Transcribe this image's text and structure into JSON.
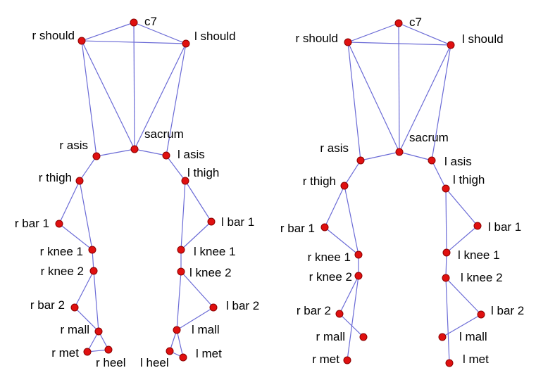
{
  "colors": {
    "background": "#ffffff",
    "edge": "#6b6bd6",
    "node_fill": "#e01010",
    "node_stroke": "#8a0000",
    "label": "#000000"
  },
  "models": [
    {
      "markers": [
        {
          "id": "c7",
          "label": "c7"
        },
        {
          "id": "r_should",
          "label": "r should"
        },
        {
          "id": "l_should",
          "label": "l should"
        },
        {
          "id": "sacrum",
          "label": "sacrum"
        },
        {
          "id": "r_asis",
          "label": "r asis"
        },
        {
          "id": "l_asis",
          "label": "l asis"
        },
        {
          "id": "r_thigh",
          "label": "r thigh"
        },
        {
          "id": "l_thigh",
          "label": "l thigh"
        },
        {
          "id": "r_bar1",
          "label": "r bar 1"
        },
        {
          "id": "l_bar1",
          "label": "l bar 1"
        },
        {
          "id": "r_knee1",
          "label": "r knee 1"
        },
        {
          "id": "l_knee1",
          "label": "l knee 1"
        },
        {
          "id": "r_knee2",
          "label": "r knee 2"
        },
        {
          "id": "l_knee2",
          "label": "l knee 2"
        },
        {
          "id": "r_bar2",
          "label": "r bar 2"
        },
        {
          "id": "l_bar2",
          "label": "l bar 2"
        },
        {
          "id": "r_mall",
          "label": "r mall"
        },
        {
          "id": "l_mall",
          "label": "l mall"
        },
        {
          "id": "r_met",
          "label": "r met"
        },
        {
          "id": "l_met",
          "label": "l met"
        },
        {
          "id": "r_heel",
          "label": "r heel"
        },
        {
          "id": "l_heel",
          "label": "l heel"
        }
      ],
      "edges": [
        [
          "c7",
          "r_should"
        ],
        [
          "c7",
          "l_should"
        ],
        [
          "r_should",
          "l_should"
        ],
        [
          "c7",
          "sacrum"
        ],
        [
          "r_should",
          "sacrum"
        ],
        [
          "l_should",
          "sacrum"
        ],
        [
          "r_should",
          "r_asis"
        ],
        [
          "l_should",
          "l_asis"
        ],
        [
          "r_asis",
          "sacrum"
        ],
        [
          "sacrum",
          "l_asis"
        ],
        [
          "r_asis",
          "r_thigh"
        ],
        [
          "l_asis",
          "l_thigh"
        ],
        [
          "r_thigh",
          "r_bar1"
        ],
        [
          "r_thigh",
          "r_knee1"
        ],
        [
          "r_bar1",
          "r_knee1"
        ],
        [
          "l_thigh",
          "l_bar1"
        ],
        [
          "l_thigh",
          "l_knee1"
        ],
        [
          "l_bar1",
          "l_knee1"
        ],
        [
          "r_knee1",
          "r_knee2"
        ],
        [
          "l_knee1",
          "l_knee2"
        ],
        [
          "r_knee2",
          "r_bar2"
        ],
        [
          "r_knee2",
          "r_mall"
        ],
        [
          "r_bar2",
          "r_mall"
        ],
        [
          "l_knee2",
          "l_bar2"
        ],
        [
          "l_knee2",
          "l_mall"
        ],
        [
          "l_bar2",
          "l_mall"
        ],
        [
          "r_mall",
          "r_met"
        ],
        [
          "r_mall",
          "r_heel"
        ],
        [
          "r_met",
          "r_heel"
        ],
        [
          "l_mall",
          "l_met"
        ],
        [
          "l_mall",
          "l_heel"
        ],
        [
          "l_met",
          "l_heel"
        ]
      ]
    },
    {
      "markers": [
        {
          "id": "c7",
          "label": "c7"
        },
        {
          "id": "r_should",
          "label": "r should"
        },
        {
          "id": "l_should",
          "label": "l should"
        },
        {
          "id": "sacrum",
          "label": "sacrum"
        },
        {
          "id": "r_asis",
          "label": "r asis"
        },
        {
          "id": "l_asis",
          "label": "l asis"
        },
        {
          "id": "r_thigh",
          "label": "r thigh"
        },
        {
          "id": "l_thigh",
          "label": "l thigh"
        },
        {
          "id": "r_bar1",
          "label": "r bar 1"
        },
        {
          "id": "l_bar1",
          "label": "l bar 1"
        },
        {
          "id": "r_knee1",
          "label": "r knee 1"
        },
        {
          "id": "l_knee1",
          "label": "l knee 1"
        },
        {
          "id": "r_knee2",
          "label": "r knee 2"
        },
        {
          "id": "l_knee2",
          "label": "l knee 2"
        },
        {
          "id": "r_bar2",
          "label": "r bar 2"
        },
        {
          "id": "l_bar2",
          "label": "l bar 2"
        },
        {
          "id": "r_mall",
          "label": "r mall"
        },
        {
          "id": "l_mall",
          "label": "l mall"
        },
        {
          "id": "r_met",
          "label": "r met"
        },
        {
          "id": "l_met",
          "label": "l met"
        }
      ],
      "edges": [
        [
          "c7",
          "r_should"
        ],
        [
          "c7",
          "l_should"
        ],
        [
          "r_should",
          "l_should"
        ],
        [
          "c7",
          "sacrum"
        ],
        [
          "r_should",
          "sacrum"
        ],
        [
          "l_should",
          "sacrum"
        ],
        [
          "r_should",
          "r_asis"
        ],
        [
          "l_should",
          "l_asis"
        ],
        [
          "r_asis",
          "sacrum"
        ],
        [
          "sacrum",
          "l_asis"
        ],
        [
          "r_asis",
          "r_thigh"
        ],
        [
          "l_asis",
          "l_thigh"
        ],
        [
          "r_thigh",
          "r_bar1"
        ],
        [
          "r_thigh",
          "r_knee1"
        ],
        [
          "r_bar1",
          "r_knee1"
        ],
        [
          "l_thigh",
          "l_bar1"
        ],
        [
          "l_thigh",
          "l_knee1"
        ],
        [
          "l_bar1",
          "l_knee1"
        ],
        [
          "r_knee1",
          "r_knee2"
        ],
        [
          "l_knee1",
          "l_knee2"
        ],
        [
          "r_knee2",
          "r_bar2"
        ],
        [
          "r_knee2",
          "r_met"
        ],
        [
          "r_bar2",
          "r_mall"
        ],
        [
          "l_knee2",
          "l_bar2"
        ],
        [
          "l_knee2",
          "l_met"
        ],
        [
          "l_bar2",
          "l_mall"
        ]
      ]
    }
  ]
}
